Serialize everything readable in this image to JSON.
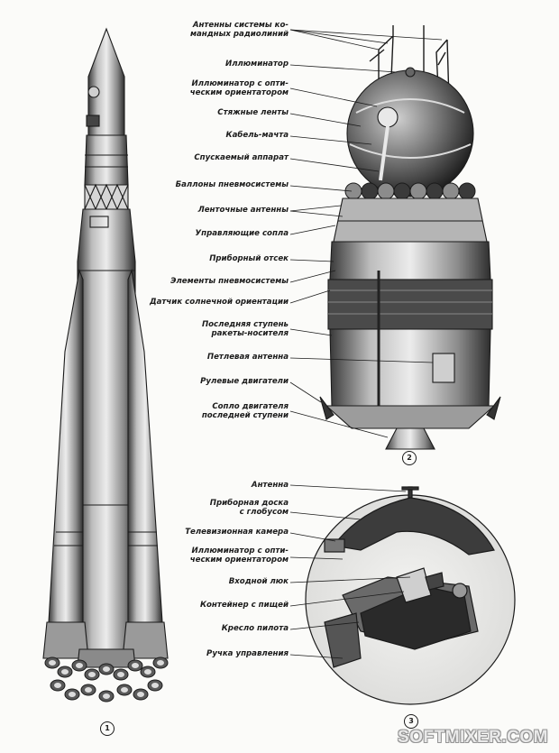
{
  "figure_numbers": {
    "rocket": "1",
    "vostok": "2",
    "cabin": "3"
  },
  "vostok_labels": [
    "Антенны системы ко-\nмандных радиолиний",
    "Иллюминатор",
    "Иллюминатор с опти-\nческим ориентатором",
    "Стяжные ленты",
    "Кабель-мачта",
    "Спускаемый аппарат",
    "Баллоны пневмосистемы",
    "Ленточные антенны",
    "Управляющие сопла",
    "Приборный отсек",
    "Элементы пневмосистемы",
    "Датчик солнечной ориентации",
    "Последняя ступень\nракеты-носителя",
    "Петлевая антенна",
    "Рулевые двигатели",
    "Сопло двигателя\nпоследней ступени"
  ],
  "cabin_labels": [
    "Антенна",
    "Приборная доска\nс глобусом",
    "Телевизионная камера",
    "Иллюминатор с опти-\nческим ориентатором",
    "Входной люк",
    "Контейнер с пищей",
    "Кресло пилота",
    "Ручка управления"
  ],
  "watermark": "SOFTMIXER.COM"
}
